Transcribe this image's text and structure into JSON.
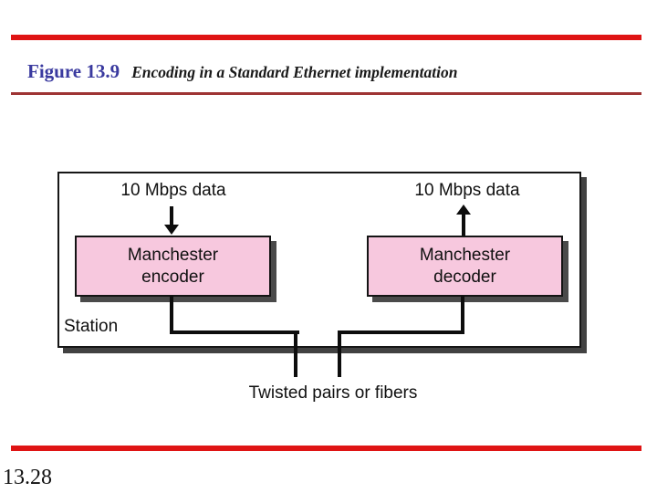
{
  "header": {
    "figure_label": "Figure 13.9",
    "figure_caption": "Encoding in a Standard Ethernet implementation"
  },
  "diagram": {
    "station_label": "Station",
    "left_data_label": "10 Mbps data",
    "right_data_label": "10 Mbps data",
    "encoder": {
      "line1": "Manchester",
      "line2": "encoder"
    },
    "decoder": {
      "line1": "Manchester",
      "line2": "decoder"
    },
    "medium_label": "Twisted pairs or fibers"
  },
  "footer": {
    "page_number": "13.28"
  },
  "colors": {
    "accent_red": "#df1414",
    "divider_red": "#9e3434",
    "title_blue": "#3a3a9f",
    "box_pink": "#f7c8de",
    "shadow_gray": "#424242",
    "line_black": "#0d0d0d"
  }
}
